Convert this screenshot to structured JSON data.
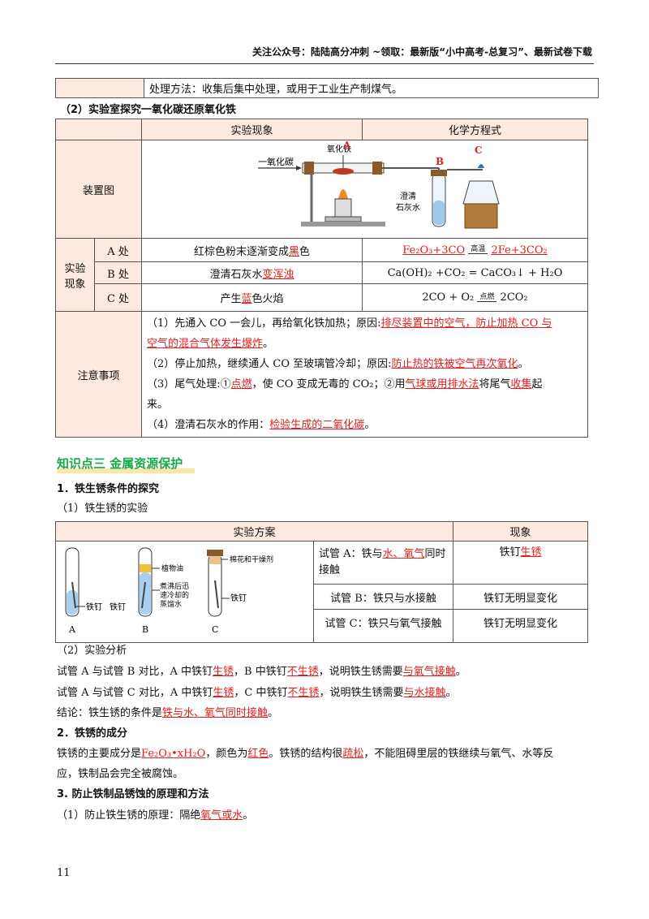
{
  "header": {
    "text": "关注公众号：陆陆高分冲刺 ~领取：最新版“小中高考-总复习”、最新试卷下载"
  },
  "top_row": {
    "text": "处理方法：收集后集中处理，或用于工业生产制煤气。"
  },
  "part2_title": "（2）实验室探究一氧化碳还原氧化铁",
  "table1": {
    "col_phenomenon": "实验现象",
    "col_equation": "化学方程式",
    "apparatus_label": "装置图",
    "apparatus_text": {
      "co": "一氧化碳",
      "fe2o3": "氧化铁",
      "a": "A",
      "b": "B",
      "c": "C",
      "limewater1": "澄清",
      "limewater2": "石灰水"
    },
    "phenomena_label": "实验现象",
    "rows": [
      {
        "point": "A 处",
        "phen_pre": "红棕色粉末逐渐变成",
        "phen_red": "黑",
        "phen_post": "色",
        "eq_left": "Fe₂O₃+3CO",
        "eq_cond": "高温",
        "eq_right": "2Fe+3CO₂"
      },
      {
        "point": "B 处",
        "phen_pre": "澄清石灰水",
        "phen_red": "变浑浊",
        "phen_post": "",
        "eq_text": "Ca(OH)₂ +CO₂ = CaCO₃↓ + H₂O"
      },
      {
        "point": "C 处",
        "phen_pre": "产生",
        "phen_red": "蓝",
        "phen_post": "色火焰",
        "eq_left": "2CO + O₂",
        "eq_cond": "点燃",
        "eq_right": "2CO₂"
      }
    ],
    "notes_label": "注意事项",
    "notes": {
      "n1a": "（1）先通入 CO 一会儿，再给氧化铁加热；原因:",
      "n1b": "排尽装置中的空气，防止加热 CO 与",
      "n1c": "空气的混合气体发生爆炸",
      "n1d": "。",
      "n2a": "（2）停止加热，继续通人 CO 至玻璃管冷却；原因:",
      "n2b": "防止热的铁被空气再次氧化",
      "n2c": "。",
      "n3a": "（3）尾气处理:①",
      "n3b": "点燃",
      "n3c": "，使 CO 变成无毒的 CO₂；②用",
      "n3d": "气球或用排水法",
      "n3e": "将尾气",
      "n3f": "收集",
      "n3g": "起",
      "n3h": "来。",
      "n4a": "（4）澄清石灰水的作用：",
      "n4b": "检验生成的二氧化碳",
      "n4c": "。"
    }
  },
  "section3": {
    "title": "知识点三  金属资源保护"
  },
  "s1": {
    "title": "1．铁生锈条件的探究",
    "sub1": "（1）铁生锈的实验"
  },
  "table2": {
    "col_plan": "实验方案",
    "col_result": "现象",
    "fig": {
      "nail": "铁钉",
      "oil": "植物油",
      "water": "煮沸后迅速冷却的蒸馏水",
      "cotton": "棉花和干燥剂",
      "a": "A",
      "b": "B",
      "c": "C"
    },
    "rows": [
      {
        "pre": "试管 A：铁与",
        "red": "水、氧气",
        "post": "同时接触",
        "res_pre": "铁钉",
        "res_red": "生锈"
      },
      {
        "pre": "试管 B：铁只与水接触",
        "res": "铁钉无明显变化"
      },
      {
        "pre": "试管 C：铁只与氧气接触",
        "res": "铁钉无明显变化"
      }
    ]
  },
  "analysis": {
    "sub2": "（2）实验分析",
    "l1": [
      "试管 A 与试管 B 对比，A 中铁钉",
      "生锈",
      "，B 中铁钉",
      "不生锈",
      "，说明铁生锈需要",
      "与氧气接触",
      "。"
    ],
    "l2": [
      "试管 A 与试管 C 对比，A 中铁钉",
      "生锈",
      "，C 中铁钉",
      "不生锈",
      "，说明铁生锈需要",
      "与水接触",
      "。"
    ],
    "l3": [
      "结论：铁生锈的条件是",
      "铁与水、氧气同时接触",
      "。"
    ]
  },
  "s2": {
    "title": "2．铁锈的成分",
    "l1": [
      "铁锈的主要成分是",
      "Fe₂O₃•xH₂O",
      "，颜色为",
      "红色",
      "。铁锈的结构很",
      "疏松",
      "，不能阻碍里层的铁继续与氧气、水等反"
    ],
    "l2": "应，铁制品会完全被腐蚀。"
  },
  "s3": {
    "title": "3. 防止铁制品锈蚀的原理和方法",
    "l1": [
      "（1）防止铁生锈的原理：隔绝",
      "氧气或水",
      "。"
    ]
  },
  "page_number": "11"
}
